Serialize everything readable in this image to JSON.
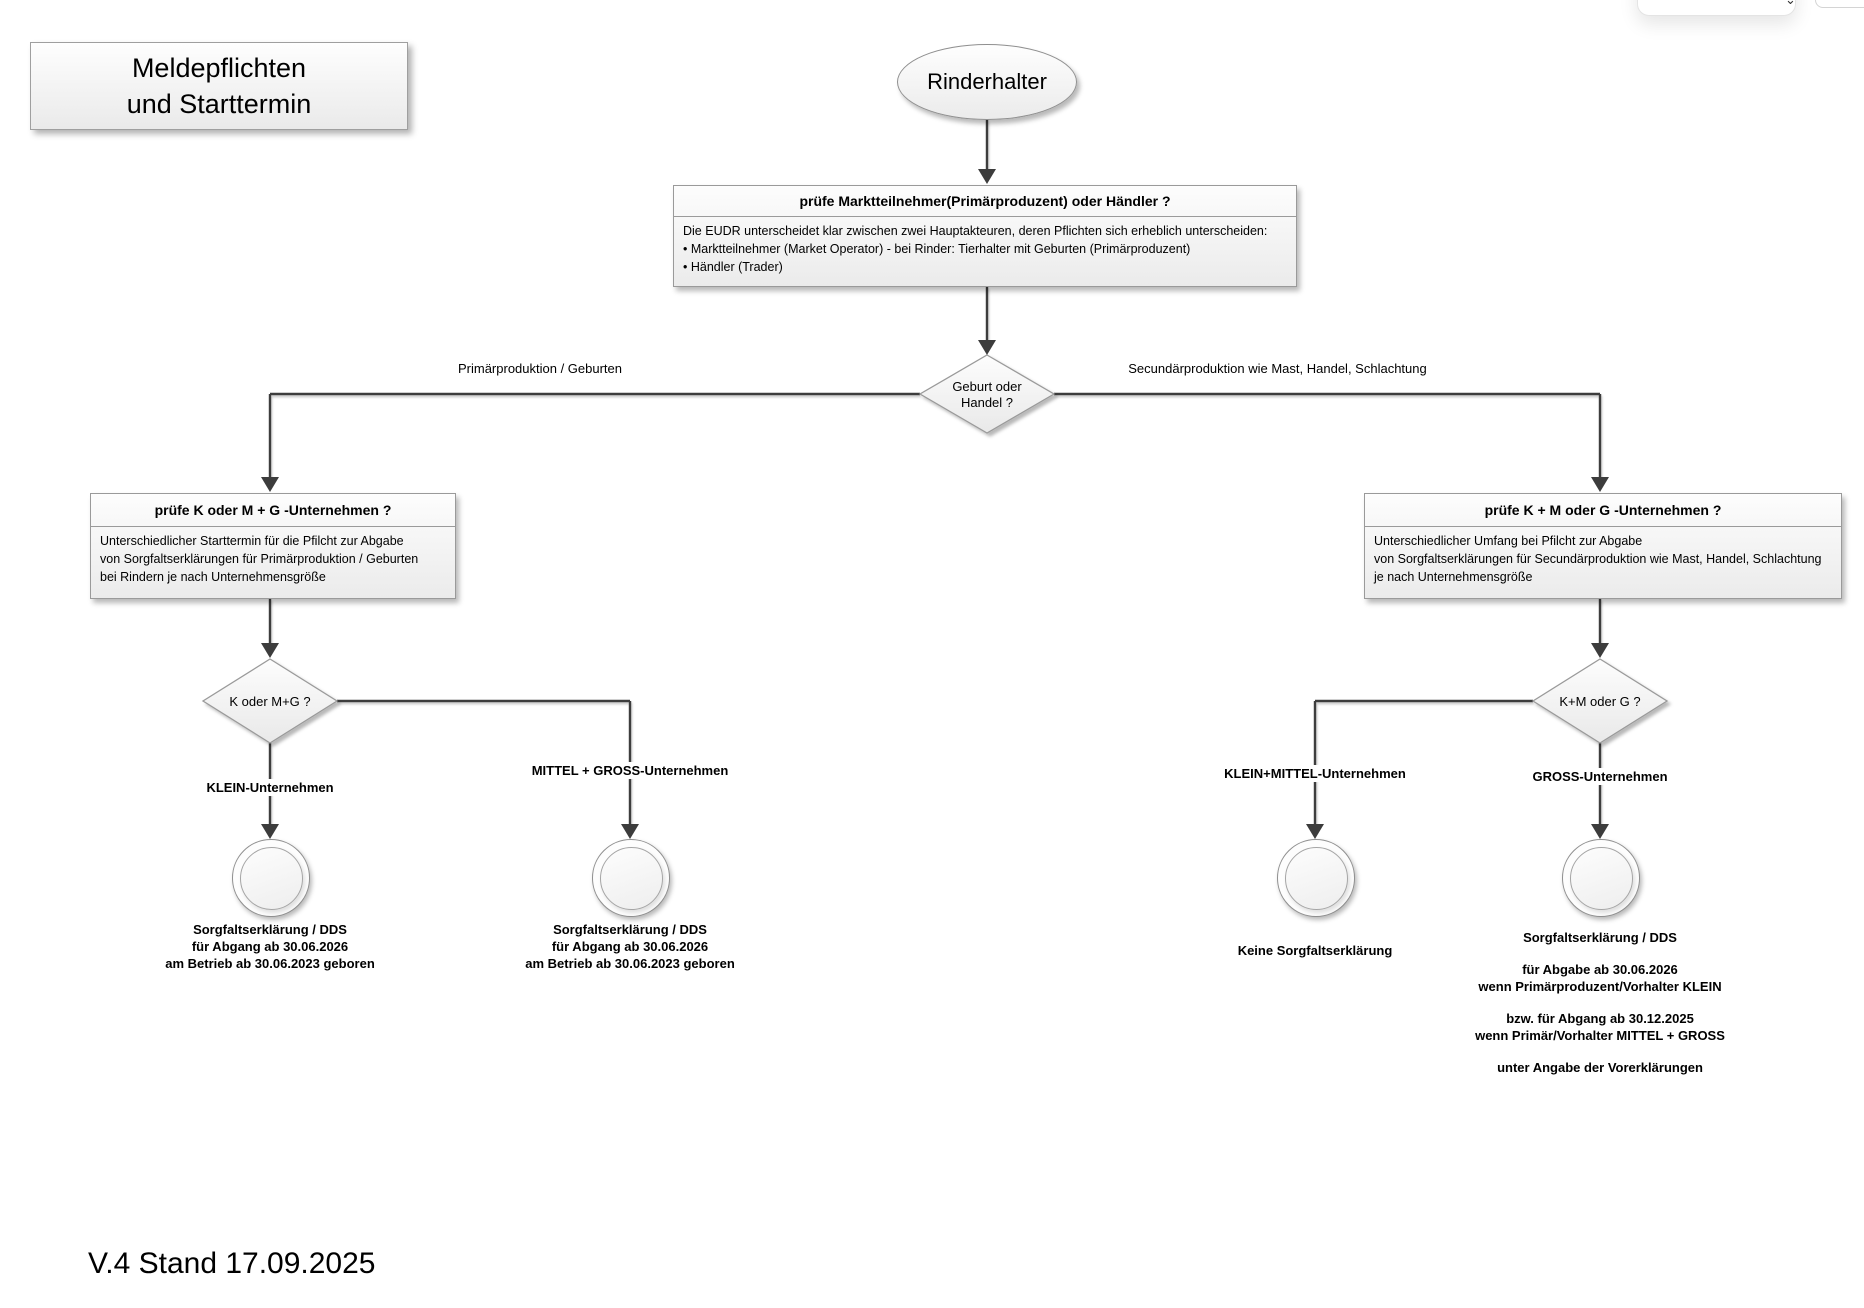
{
  "meta": {
    "version_label": "V.4 Stand 17.09.2025"
  },
  "title_box": {
    "line1": "Meldepflichten",
    "line2": "und Starttermin"
  },
  "nodes": {
    "start": {
      "label": "Rinderhalter"
    },
    "check_actor": {
      "header": "prüfe Marktteilnehmer(Primärproduzent) oder Händler ?",
      "intro": "Die EUDR unterscheidet klar zwischen zwei Hauptakteuren, deren Pflichten sich erheblich unterscheiden:",
      "bullet1": "• Marktteilnehmer (Market Operator) - bei Rinder: Tierhalter mit Geburten (Primärproduzent)",
      "bullet2": "• Händler (Trader)"
    },
    "decision_main": {
      "line1": "Geburt oder",
      "line2": "Handel ?"
    },
    "check_left": {
      "header": "prüfe K oder M + G -Unternehmen ?",
      "line1": "Unterschiedlicher Starttermin für die Pfilcht zur Abgabe",
      "line2": "von Sorgfaltserklärungen für Primärproduktion / Geburten",
      "line3": "bei Rindern je nach Unternehmensgröße"
    },
    "check_right": {
      "header": "prüfe K + M oder G -Unternehmen ?",
      "line1": "Unterschiedlicher Umfang bei Pfilcht zur Abgabe",
      "line2": "von Sorgfaltserklärungen für Secundärproduktion wie Mast, Handel, Schlachtung",
      "line3": "je nach Unternehmensgröße"
    },
    "decision_left": {
      "label": "K oder M+G ?"
    },
    "decision_right": {
      "label": "K+M oder G ?"
    }
  },
  "edges": {
    "primary_label": "Primärproduktion / Geburten",
    "secondary_label": "Secundärproduktion wie Mast, Handel, Schlachtung",
    "klein_label": "KLEIN-Unternehmen",
    "mittel_gross_label": "MITTEL + GROSS-Unternehmen",
    "klein_mittel_label": "KLEIN+MITTEL-Unternehmen",
    "gross_label": "GROSS-Unternehmen"
  },
  "terminals": {
    "klein": {
      "line1": "Sorgfaltserklärung / DDS",
      "line2": "für Abgang ab 30.06.2026",
      "line3": "am Betrieb ab 30.06.2023 geboren"
    },
    "mittel_gross": {
      "line1": "Sorgfaltserklärung / DDS",
      "line2": "für Abgang ab 30.06.2026",
      "line3": "am Betrieb ab 30.06.2023 geboren"
    },
    "klein_mittel": {
      "label": "Keine Sorgfaltserklärung"
    },
    "gross": {
      "title": "Sorgfaltserklärung / DDS",
      "para1_line1": "für Abgabe ab 30.06.2026",
      "para1_line2": "wenn Primärproduzent/Vorhalter KLEIN",
      "para2_line1": "bzw. für Abgang ab 30.12.2025",
      "para2_line2": "wenn Primär/Vorhalter MITTEL + GROSS",
      "footer": "unter Angabe der Vorerklärungen"
    }
  },
  "colors": {
    "connector": "#3c3c3c",
    "node_border": "#9a9a9a",
    "node_fill_top": "#fdfdfd",
    "node_fill_bottom": "#e9e9e9"
  }
}
